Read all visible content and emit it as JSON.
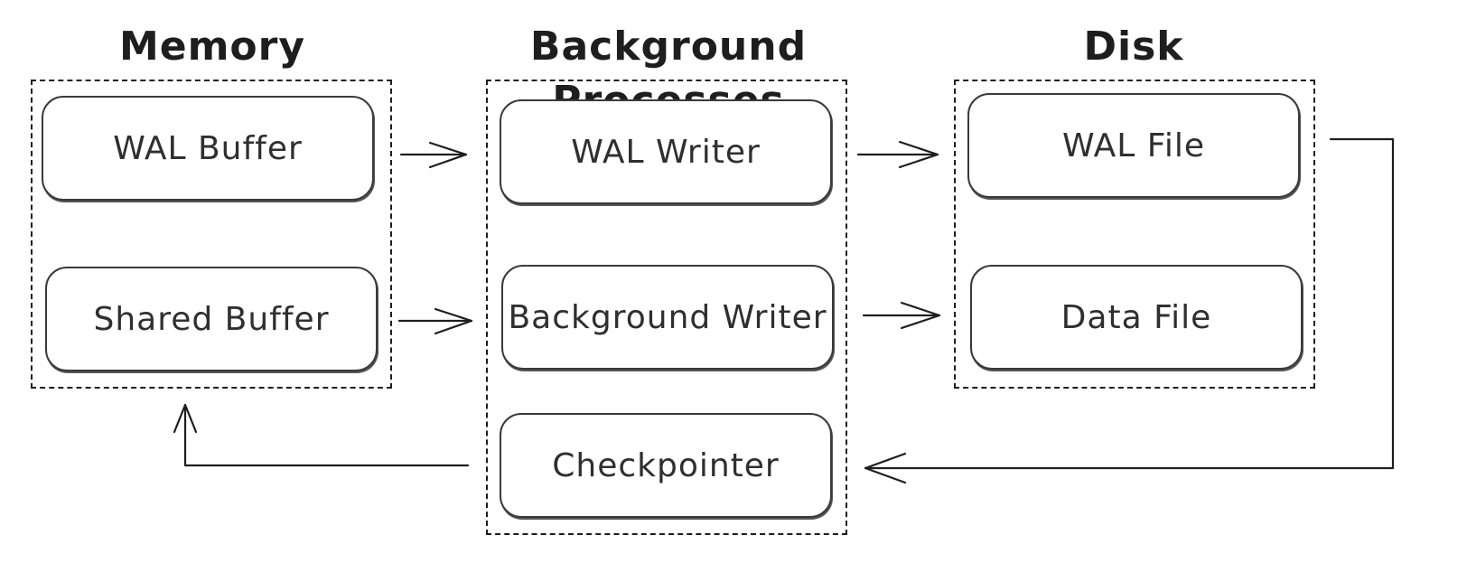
{
  "groups": [
    {
      "id": "memory",
      "title": "Memory"
    },
    {
      "id": "background",
      "title": "Background Processes"
    },
    {
      "id": "disk",
      "title": "Disk"
    }
  ],
  "nodes": [
    {
      "id": "wal-buffer",
      "label": "WAL Buffer",
      "group": "memory"
    },
    {
      "id": "shared-buffer",
      "label": "Shared Buffer",
      "group": "memory"
    },
    {
      "id": "wal-writer",
      "label": "WAL Writer",
      "group": "background"
    },
    {
      "id": "background-writer",
      "label": "Background Writer",
      "group": "background"
    },
    {
      "id": "checkpointer",
      "label": "Checkpointer",
      "group": "background"
    },
    {
      "id": "wal-file",
      "label": "WAL File",
      "group": "disk"
    },
    {
      "id": "data-file",
      "label": "Data File",
      "group": "disk"
    }
  ],
  "edges": [
    {
      "from": "wal-buffer",
      "to": "wal-writer"
    },
    {
      "from": "shared-buffer",
      "to": "background-writer"
    },
    {
      "from": "wal-writer",
      "to": "wal-file"
    },
    {
      "from": "background-writer",
      "to": "data-file"
    },
    {
      "from": "wal-file",
      "to": "checkpointer"
    },
    {
      "from": "checkpointer",
      "to": "memory"
    }
  ],
  "colors": {
    "stroke": "#1e1e1e",
    "text": "#2f2f2f",
    "background": "#ffffff"
  }
}
